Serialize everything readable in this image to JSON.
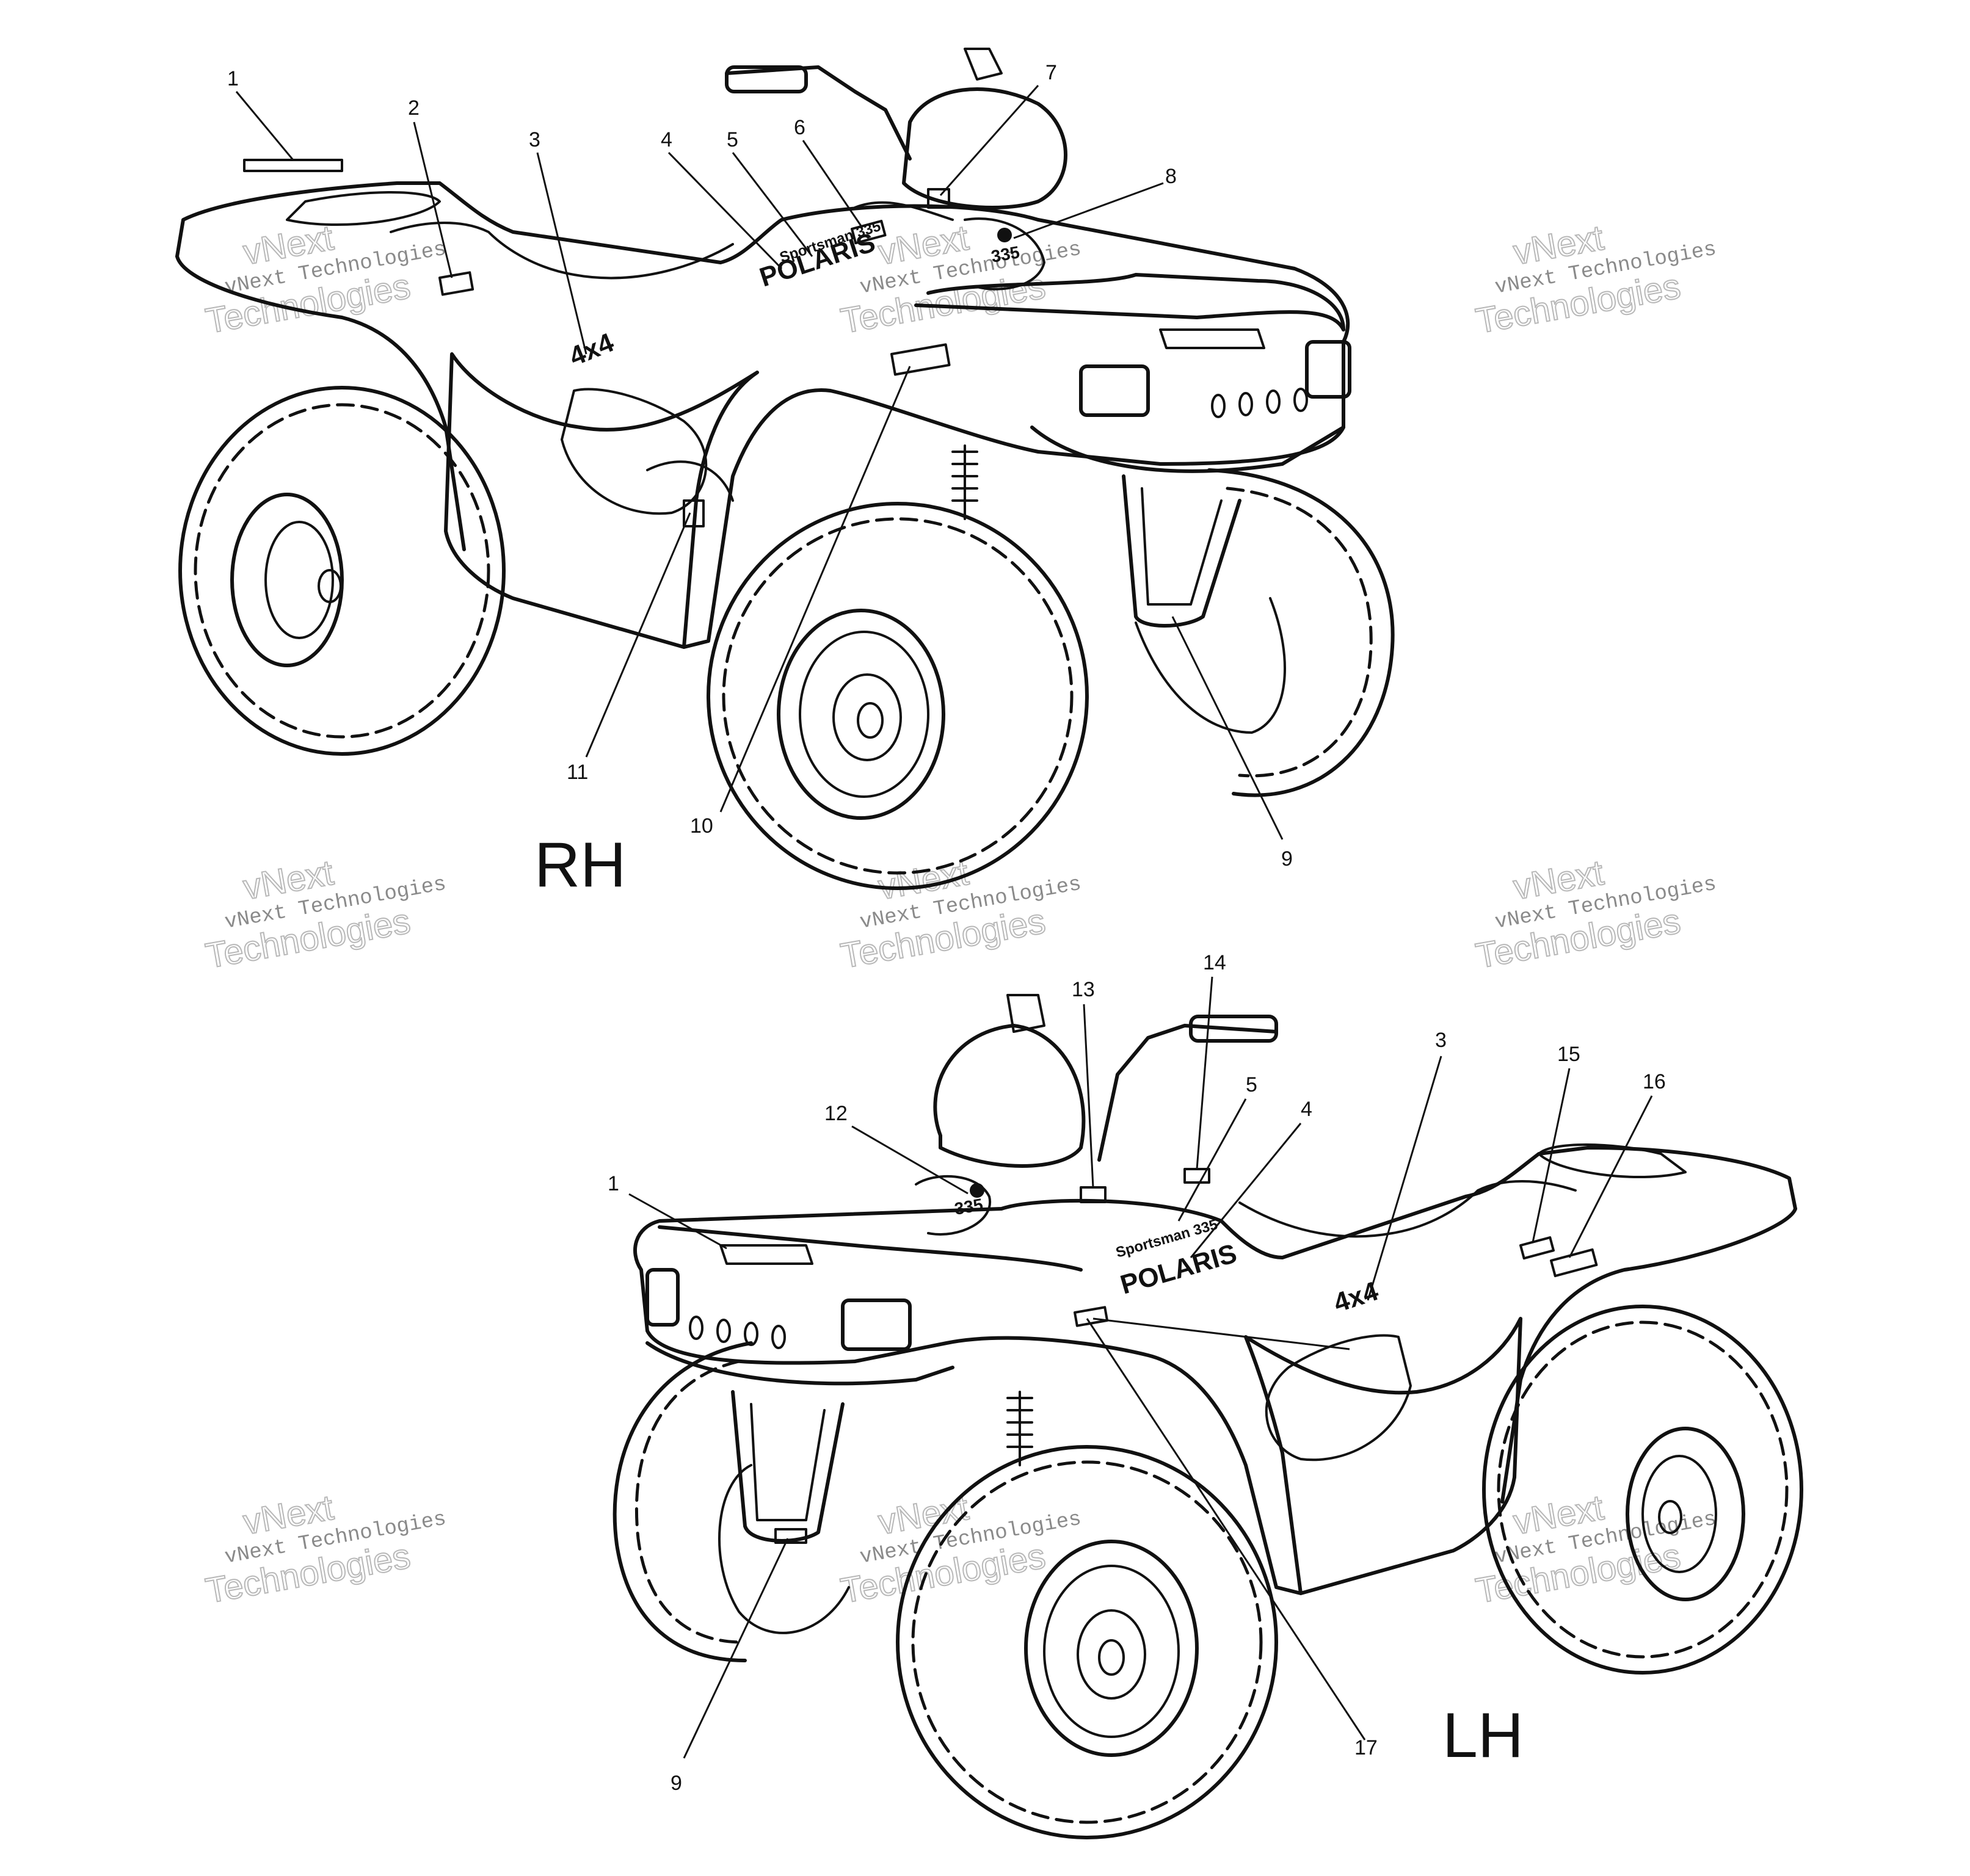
{
  "views": [
    {
      "id": "rh",
      "label": "RH",
      "callouts": [
        "1",
        "2",
        "3",
        "4",
        "5",
        "6",
        "7",
        "8",
        "9",
        "10",
        "11"
      ]
    },
    {
      "id": "lh",
      "label": "LH",
      "callouts": [
        "1",
        "3",
        "4",
        "5",
        "9",
        "12",
        "13",
        "14",
        "15",
        "16",
        "17"
      ]
    }
  ],
  "decal_text": {
    "four_by_four": "4x4",
    "brand": "POLARIS",
    "model": "Sportsman 335",
    "engine_badge": "335"
  },
  "watermark": {
    "line1": "vNext",
    "line2": "vNext Technologies",
    "line3": "Technologies"
  },
  "colors": {
    "ink": "#111111",
    "paper": "#ffffff",
    "watermark": "#8a8a8a"
  }
}
